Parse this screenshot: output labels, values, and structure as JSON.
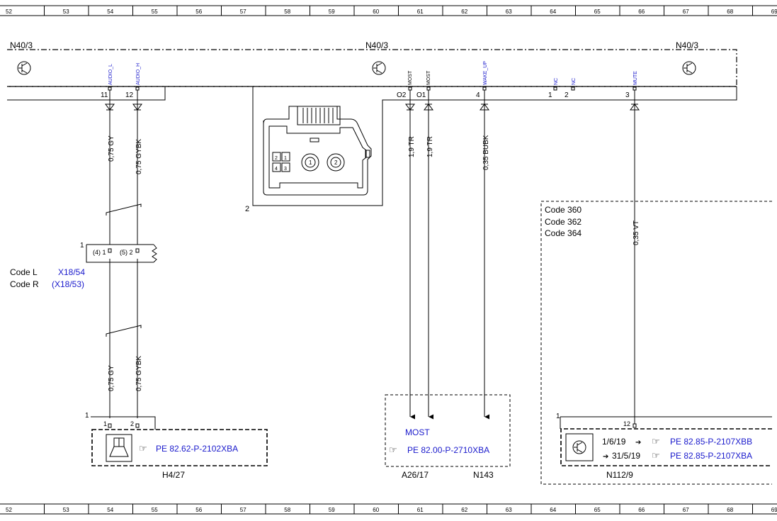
{
  "grid_numbers": [
    "52",
    "53",
    "54",
    "55",
    "56",
    "57",
    "58",
    "59",
    "60",
    "61",
    "62",
    "63",
    "64",
    "65",
    "66",
    "67",
    "68",
    "69"
  ],
  "module": {
    "label_left": "N40/3",
    "label_mid": "N40/3",
    "label_right": "N40/3"
  },
  "pins": {
    "audio_l": {
      "signal": "AUDIO_L",
      "pin": "11"
    },
    "audio_h": {
      "signal": "AUDIO_H",
      "pin": "12"
    },
    "most_o2": {
      "signal": "MOST",
      "pin": "O2"
    },
    "most_o1": {
      "signal": "MOST",
      "pin": "O1"
    },
    "wake_up": {
      "signal": "WAKE_UP",
      "pin": "4"
    },
    "nc1": {
      "signal": "NC",
      "pin": "1"
    },
    "nc2": {
      "signal": "NC",
      "pin": "2"
    },
    "mute": {
      "signal": "MUTE",
      "pin": "3"
    }
  },
  "wires": {
    "gy_top": "0,75 GY",
    "gybk_top": "0,75 GYBK",
    "tr1": "1,9 TR",
    "tr2": "1,9 TR",
    "bubk": "0,35 BUBK",
    "vt": "0,35 VT",
    "gy_bottom": "0,75 GY",
    "gybk_bottom": "0,75 GYBK"
  },
  "connector": {
    "label": "2",
    "cells": [
      "2",
      "1",
      "4",
      "3"
    ],
    "round_pins": [
      "1",
      "2"
    ]
  },
  "coupling": {
    "marker": "1",
    "pin1": "(4) 1",
    "pin2": "(5) 2",
    "code_l_label": "Code L",
    "code_l_ref": "X18/54",
    "code_r_label": "Code R",
    "code_r_ref": "(X18/53)"
  },
  "h4": {
    "marker": "1",
    "pin1": "1",
    "pin2": "2",
    "ref": "PE 82.62-P-2102XBA",
    "name": "H4/27"
  },
  "most_box": {
    "title": "MOST",
    "ref": "PE 82.00-P-2710XBA",
    "name1": "A26/17",
    "name2": "N143"
  },
  "codes": {
    "line1": "Code 360",
    "line2": "Code 362",
    "line3": "Code 364"
  },
  "n112": {
    "marker": "1",
    "pin": "12",
    "date1": "1/6/19",
    "ref1": "PE 82.85-P-2107XBB",
    "date2": "31/5/19",
    "ref2": "PE 82.85-P-2107XBA",
    "name": "N112/9"
  }
}
